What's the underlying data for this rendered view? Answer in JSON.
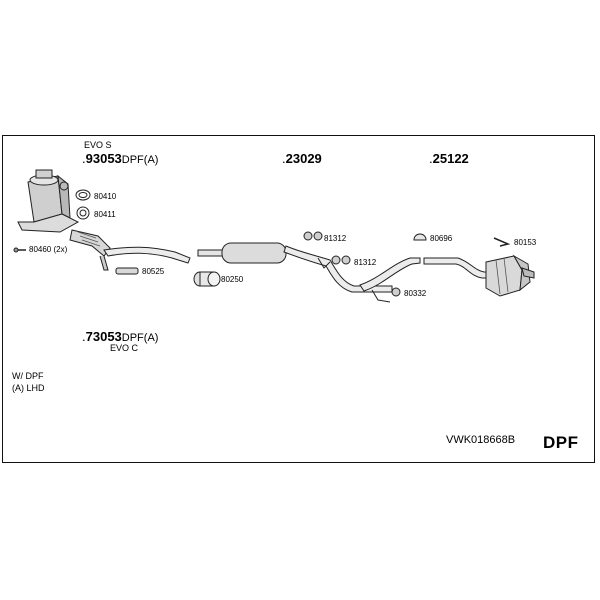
{
  "diagram": {
    "kit_number": "VWK018668B",
    "badge": "DPF",
    "notes": [
      "W/ DPF",
      "(A) LHD"
    ],
    "parts": [
      {
        "id": "p93053",
        "number": "93053",
        "suffix": "DPF(A)",
        "label_prefix": ".",
        "variant": "EVO S"
      },
      {
        "id": "p73053",
        "number": "73053",
        "suffix": "DPF(A)",
        "label_prefix": ".",
        "variant": "EVO C"
      },
      {
        "id": "p23029",
        "number": "23029",
        "label_prefix": "."
      },
      {
        "id": "p25122",
        "number": "25122",
        "label_prefix": "."
      }
    ],
    "small_parts": {
      "p80410": "80410",
      "p80411": "80411",
      "p80460": "80460 (2x)",
      "p80525": "80525",
      "p80250": "80250",
      "p81312a": "81312",
      "p81312b": "81312",
      "p80696": "80696",
      "p80332": "80332",
      "p80153": "80153"
    }
  }
}
